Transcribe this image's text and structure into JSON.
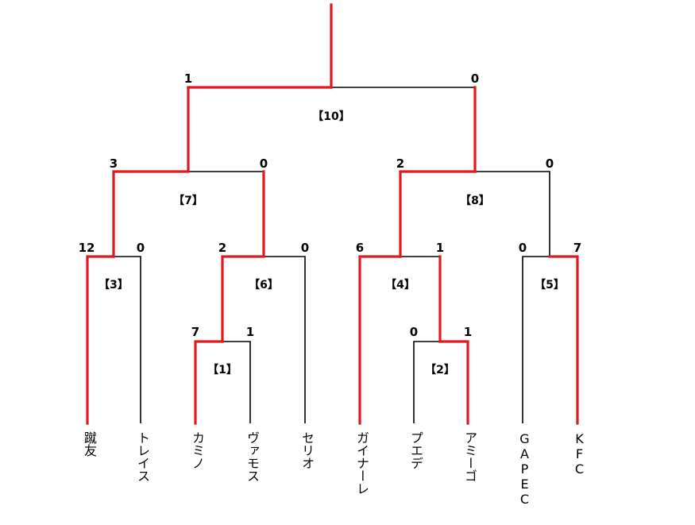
{
  "teams": [
    "蹴友",
    "トレイス",
    "カミノ",
    "ヴァモス",
    "セリオ",
    "ガイナーレ",
    "プエデ",
    "アミーゴ",
    "GAPEC",
    "KFC"
  ],
  "matches": {
    "m1": {
      "label": "【1】",
      "left_score": "7",
      "right_score": "1"
    },
    "m2": {
      "label": "【2】",
      "left_score": "0",
      "right_score": "1"
    },
    "m3": {
      "label": "【3】",
      "left_score": "12",
      "right_score": "0"
    },
    "m4": {
      "label": "【4】",
      "left_score": "6",
      "right_score": "1"
    },
    "m5": {
      "label": "【5】",
      "left_score": "0",
      "right_score": "7"
    },
    "m6": {
      "label": "【6】",
      "left_score": "2",
      "right_score": "0"
    },
    "m7": {
      "label": "【7】",
      "left_score": "3",
      "right_score": "0"
    },
    "m8": {
      "label": "【8】",
      "left_score": "2",
      "right_score": "0"
    },
    "m10": {
      "label": "【10】",
      "left_score": "1",
      "right_score": "0"
    }
  },
  "colors": {
    "winner_line": "#e0191e",
    "loser_line": "#000000"
  }
}
